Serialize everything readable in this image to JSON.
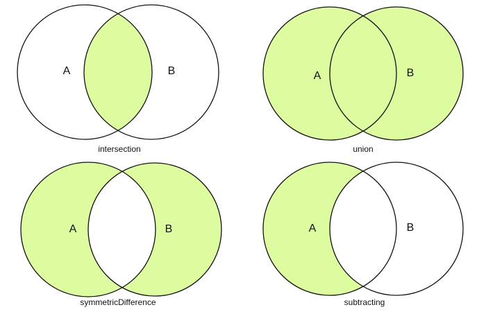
{
  "colors": {
    "fill": "#ddfca0",
    "stroke": "#111111",
    "background": "#ffffff"
  },
  "panels": [
    {
      "operation": "intersection",
      "label": "intersection",
      "set_a": "A",
      "set_b": "B",
      "highlight": [
        "A∩B"
      ]
    },
    {
      "operation": "union",
      "label": "union",
      "set_a": "A",
      "set_b": "B",
      "highlight": [
        "A-only",
        "A∩B",
        "B-only"
      ]
    },
    {
      "operation": "symmetricDifference",
      "label": "symmetricDifference",
      "set_a": "A",
      "set_b": "B",
      "highlight": [
        "A-only",
        "B-only"
      ]
    },
    {
      "operation": "subtracting",
      "label": "subtracting",
      "set_a": "A",
      "set_b": "B",
      "highlight": [
        "A-only"
      ]
    }
  ]
}
